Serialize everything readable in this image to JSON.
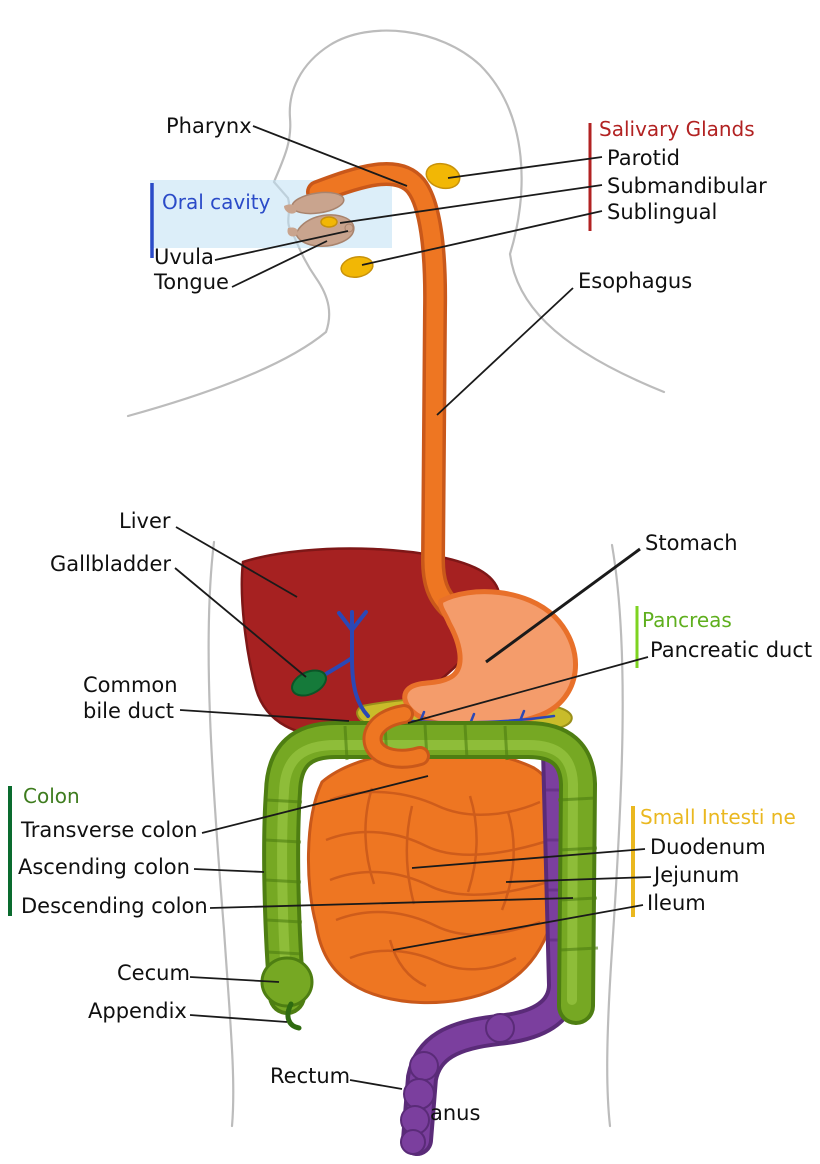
{
  "diagram": {
    "labels": {
      "pharynx": "Pharynx",
      "salivary_glands": "Salivary Glands",
      "parotid": "Parotid",
      "submandibular": "Submandibular",
      "sublingual": "Sublingual",
      "oral_cavity": "Oral cavity",
      "uvula": "Uvula",
      "tongue": "Tongue",
      "esophagus": "Esophagus",
      "liver": "Liver",
      "gallbladder": "Gallbladder",
      "stomach": "Stomach",
      "pancreas": "Pancreas",
      "pancreatic_duct": "Pancreatic duct",
      "common_bile_duct": "Common\nbile duct",
      "colon": "Colon",
      "transverse_colon": "Transverse colon",
      "ascending_colon": "Ascending colon",
      "descending_colon": "Descending colon",
      "small_intestine": "Small Intesti ne",
      "duodenum": "Duodenum",
      "jejunum": "Jejunum",
      "ileum": "Ileum",
      "cecum": "Cecum",
      "appendix": "Appendix",
      "rectum": "Rectum",
      "anus": "anus"
    },
    "group_colors": {
      "salivary_glands": "#b22222",
      "oral_cavity": "#2b4bc8",
      "pancreas_bar": "#7ed321",
      "pancreas_text": "#5faf1e",
      "colon_bar": "#0a6b2e",
      "colon_text": "#3e7c1e",
      "small_intestine": "#eab820"
    },
    "organ_colors": {
      "body_outline": "#bcbcbc",
      "oral_highlight": "#bfe0f4",
      "esophagus": "#ee7622",
      "liver": "#a62121",
      "stomach_fill": "#f49c6b",
      "stomach_outline": "#e8702a",
      "small_intestine": "#ee7622",
      "colon": "#76a823",
      "rectum": "#7b3f9e",
      "gallbladder": "#157a3a",
      "bile_duct": "#2b48b5",
      "pancreas_organ": "#c9bc2a",
      "salivary_gland": "#f2b705",
      "mouth_tissue": "#c9a48e"
    }
  }
}
